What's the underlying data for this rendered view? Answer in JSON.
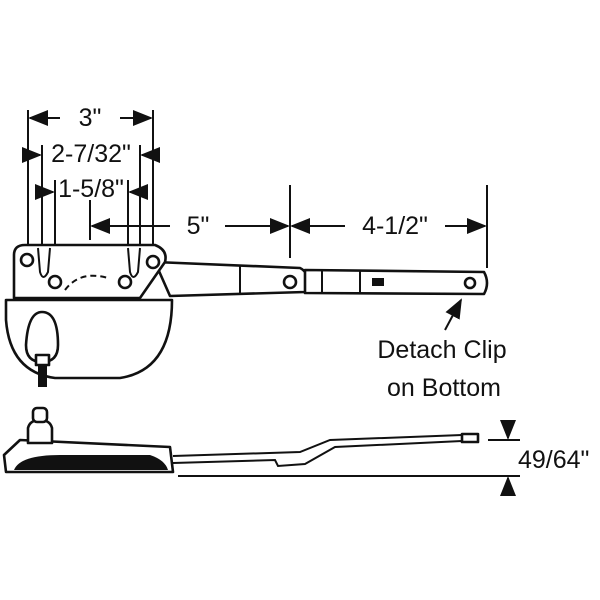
{
  "title": "Window operator dimension diagram",
  "dimensions": {
    "overall_width": "3\"",
    "mid_width": "2-7/32\"",
    "inner_width": "1-5/8\"",
    "arm_first": "5\"",
    "arm_second": "4-1/2\"",
    "height": "49/64\""
  },
  "note": {
    "line1": "Detach Clip",
    "line2": "on Bottom"
  },
  "colors": {
    "ink": "#111111",
    "background": "#ffffff"
  }
}
